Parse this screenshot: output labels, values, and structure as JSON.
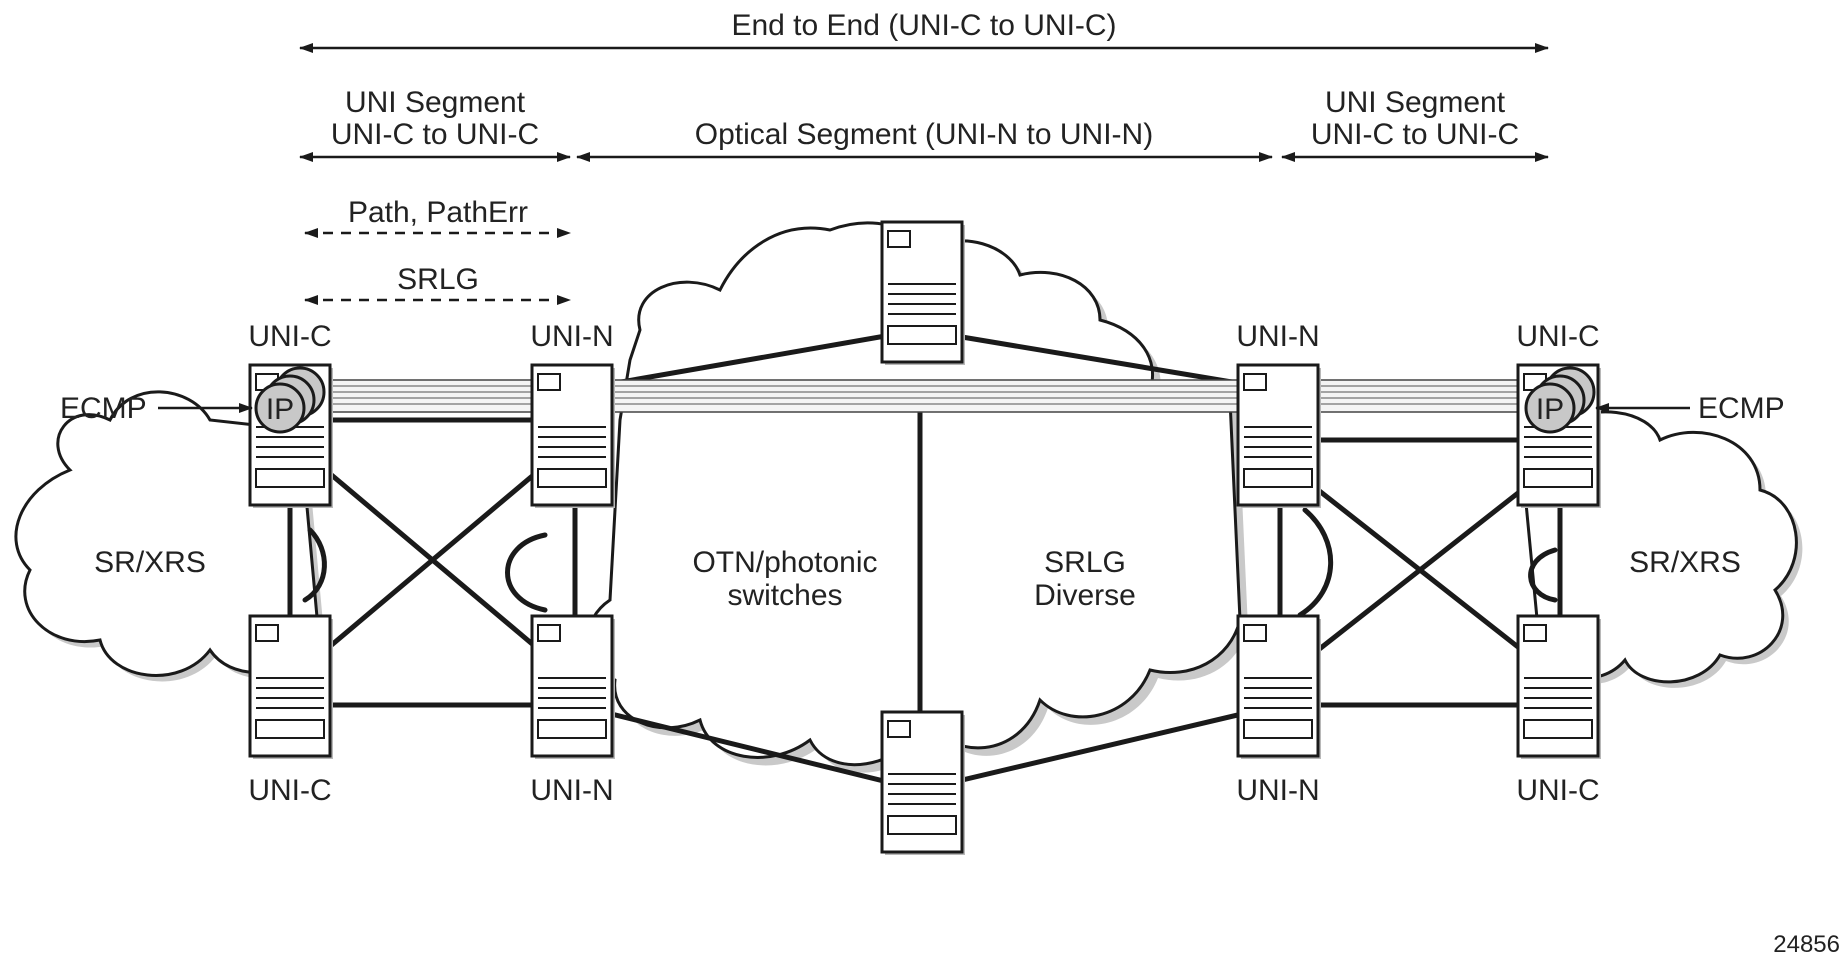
{
  "labels": {
    "end_to_end": "End to End (UNI-C to UNI-C)",
    "uni_segment_left_line1": "UNI Segment",
    "uni_segment_left_line2": "UNI-C to UNI-C",
    "optical_segment": "Optical Segment (UNI-N to UNI-N)",
    "uni_segment_right_line1": "UNI Segment",
    "uni_segment_right_line2": "UNI-C to UNI-C",
    "path_patherr": "Path, PathErr",
    "srlg": "SRLG",
    "uni_c_top_left": "UNI-C",
    "uni_n_top_left": "UNI-N",
    "uni_n_top_right": "UNI-N",
    "uni_c_top_right": "UNI-C",
    "uni_c_bottom_left": "UNI-C",
    "uni_n_bottom_left": "UNI-N",
    "uni_n_bottom_right": "UNI-N",
    "uni_c_bottom_right": "UNI-C",
    "ecmp_left": "ECMP",
    "ecmp_right": "ECMP",
    "ip_left": "IP",
    "ip_right": "IP",
    "sr_xrs_left": "SR/XRS",
    "sr_xrs_right": "SR/XRS",
    "otn_line1": "OTN/photonic",
    "otn_line2": "switches",
    "srlg_diverse_line1": "SRLG",
    "srlg_diverse_line2": "Diverse",
    "figure_id": "24856"
  }
}
